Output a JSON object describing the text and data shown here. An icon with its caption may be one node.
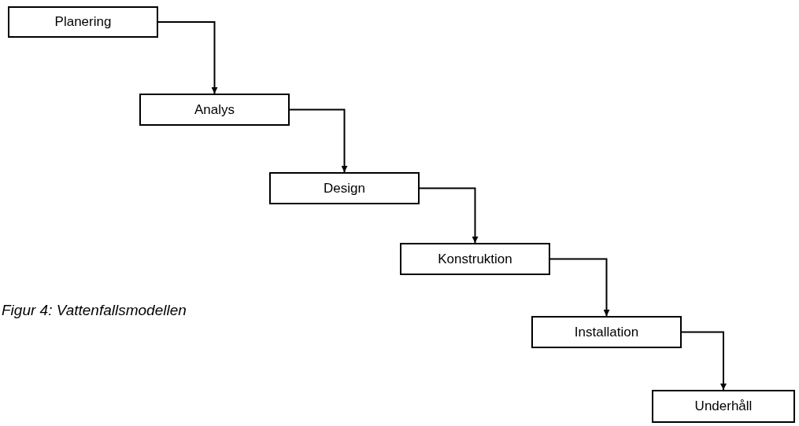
{
  "diagram": {
    "caption": "Figur 4: Vattenfallsmodellen",
    "nodes": [
      {
        "text": [
          "Planering"
        ]
      },
      {
        "text": [
          "Analys"
        ]
      },
      {
        "text": [
          "Design"
        ]
      },
      {
        "text": [
          "Konstruktion"
        ]
      },
      {
        "text": [
          "Installation"
        ]
      },
      {
        "text": [
          "Underhåll"
        ]
      }
    ],
    "edges": [
      {
        "from": 0,
        "to": 1,
        "arrow": "to"
      },
      {
        "from": 1,
        "to": 2,
        "arrow": "to"
      },
      {
        "from": 2,
        "to": 3,
        "arrow": "to"
      },
      {
        "from": 3,
        "to": 4,
        "arrow": "to"
      },
      {
        "from": 4,
        "to": 5,
        "arrow": "to"
      }
    ]
  }
}
